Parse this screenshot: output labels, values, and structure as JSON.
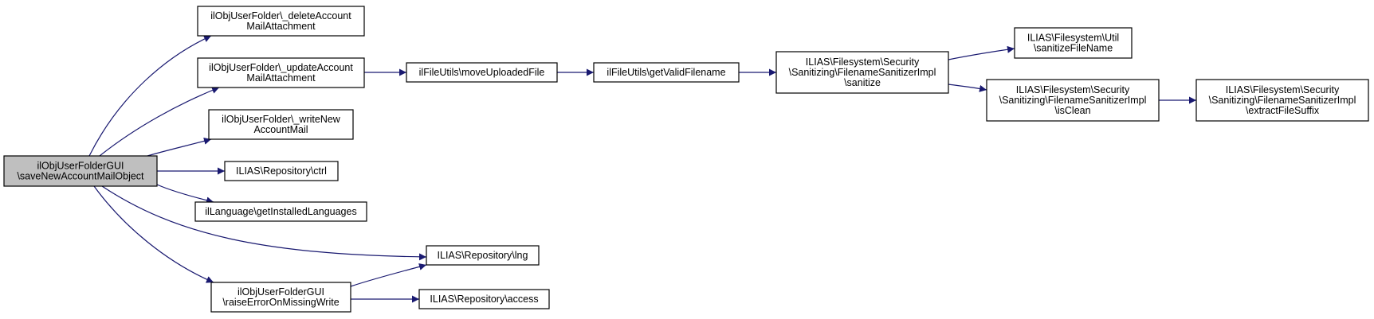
{
  "colors": {
    "edge": "#191970",
    "node_fill": "#ffffff",
    "root_fill": "#bfbfbf",
    "border": "#000000"
  },
  "nodes": [
    {
      "id": "root",
      "lines": [
        "ilObjUserFolderGUI",
        "\\saveNewAccountMailObject"
      ],
      "root": true
    },
    {
      "id": "delete",
      "lines": [
        "ilObjUserFolder\\_deleteAccount",
        "MailAttachment"
      ]
    },
    {
      "id": "update",
      "lines": [
        "ilObjUserFolder\\_updateAccount",
        "MailAttachment"
      ]
    },
    {
      "id": "write",
      "lines": [
        "ilObjUserFolder\\_writeNew",
        "AccountMail"
      ]
    },
    {
      "id": "ctrl",
      "lines": [
        "ILIAS\\Repository\\ctrl"
      ]
    },
    {
      "id": "langs",
      "lines": [
        "ilLanguage\\getInstalledLanguages"
      ]
    },
    {
      "id": "raise",
      "lines": [
        "ilObjUserFolderGUI",
        "\\raiseErrorOnMissingWrite"
      ]
    },
    {
      "id": "lng",
      "lines": [
        "ILIAS\\Repository\\lng"
      ]
    },
    {
      "id": "access",
      "lines": [
        "ILIAS\\Repository\\access"
      ]
    },
    {
      "id": "move",
      "lines": [
        "ilFileUtils\\moveUploadedFile"
      ]
    },
    {
      "id": "valid",
      "lines": [
        "ilFileUtils\\getValidFilename"
      ]
    },
    {
      "id": "sanitize",
      "lines": [
        "ILIAS\\Filesystem\\Security",
        "\\Sanitizing\\FilenameSanitizerImpl",
        "\\sanitize"
      ]
    },
    {
      "id": "util",
      "lines": [
        "ILIAS\\Filesystem\\Util",
        "\\sanitizeFileName"
      ]
    },
    {
      "id": "isclean",
      "lines": [
        "ILIAS\\Filesystem\\Security",
        "\\Sanitizing\\FilenameSanitizerImpl",
        "\\isClean"
      ]
    },
    {
      "id": "suffix",
      "lines": [
        "ILIAS\\Filesystem\\Security",
        "\\Sanitizing\\FilenameSanitizerImpl",
        "\\extractFileSuffix"
      ]
    }
  ],
  "edges": [
    {
      "from": "root",
      "to": "delete"
    },
    {
      "from": "root",
      "to": "update"
    },
    {
      "from": "root",
      "to": "write"
    },
    {
      "from": "root",
      "to": "ctrl"
    },
    {
      "from": "root",
      "to": "langs"
    },
    {
      "from": "root",
      "to": "lng"
    },
    {
      "from": "root",
      "to": "raise"
    },
    {
      "from": "raise",
      "to": "lng"
    },
    {
      "from": "raise",
      "to": "access"
    },
    {
      "from": "update",
      "to": "move"
    },
    {
      "from": "move",
      "to": "valid"
    },
    {
      "from": "valid",
      "to": "sanitize"
    },
    {
      "from": "sanitize",
      "to": "util"
    },
    {
      "from": "sanitize",
      "to": "isclean"
    },
    {
      "from": "isclean",
      "to": "suffix"
    }
  ]
}
